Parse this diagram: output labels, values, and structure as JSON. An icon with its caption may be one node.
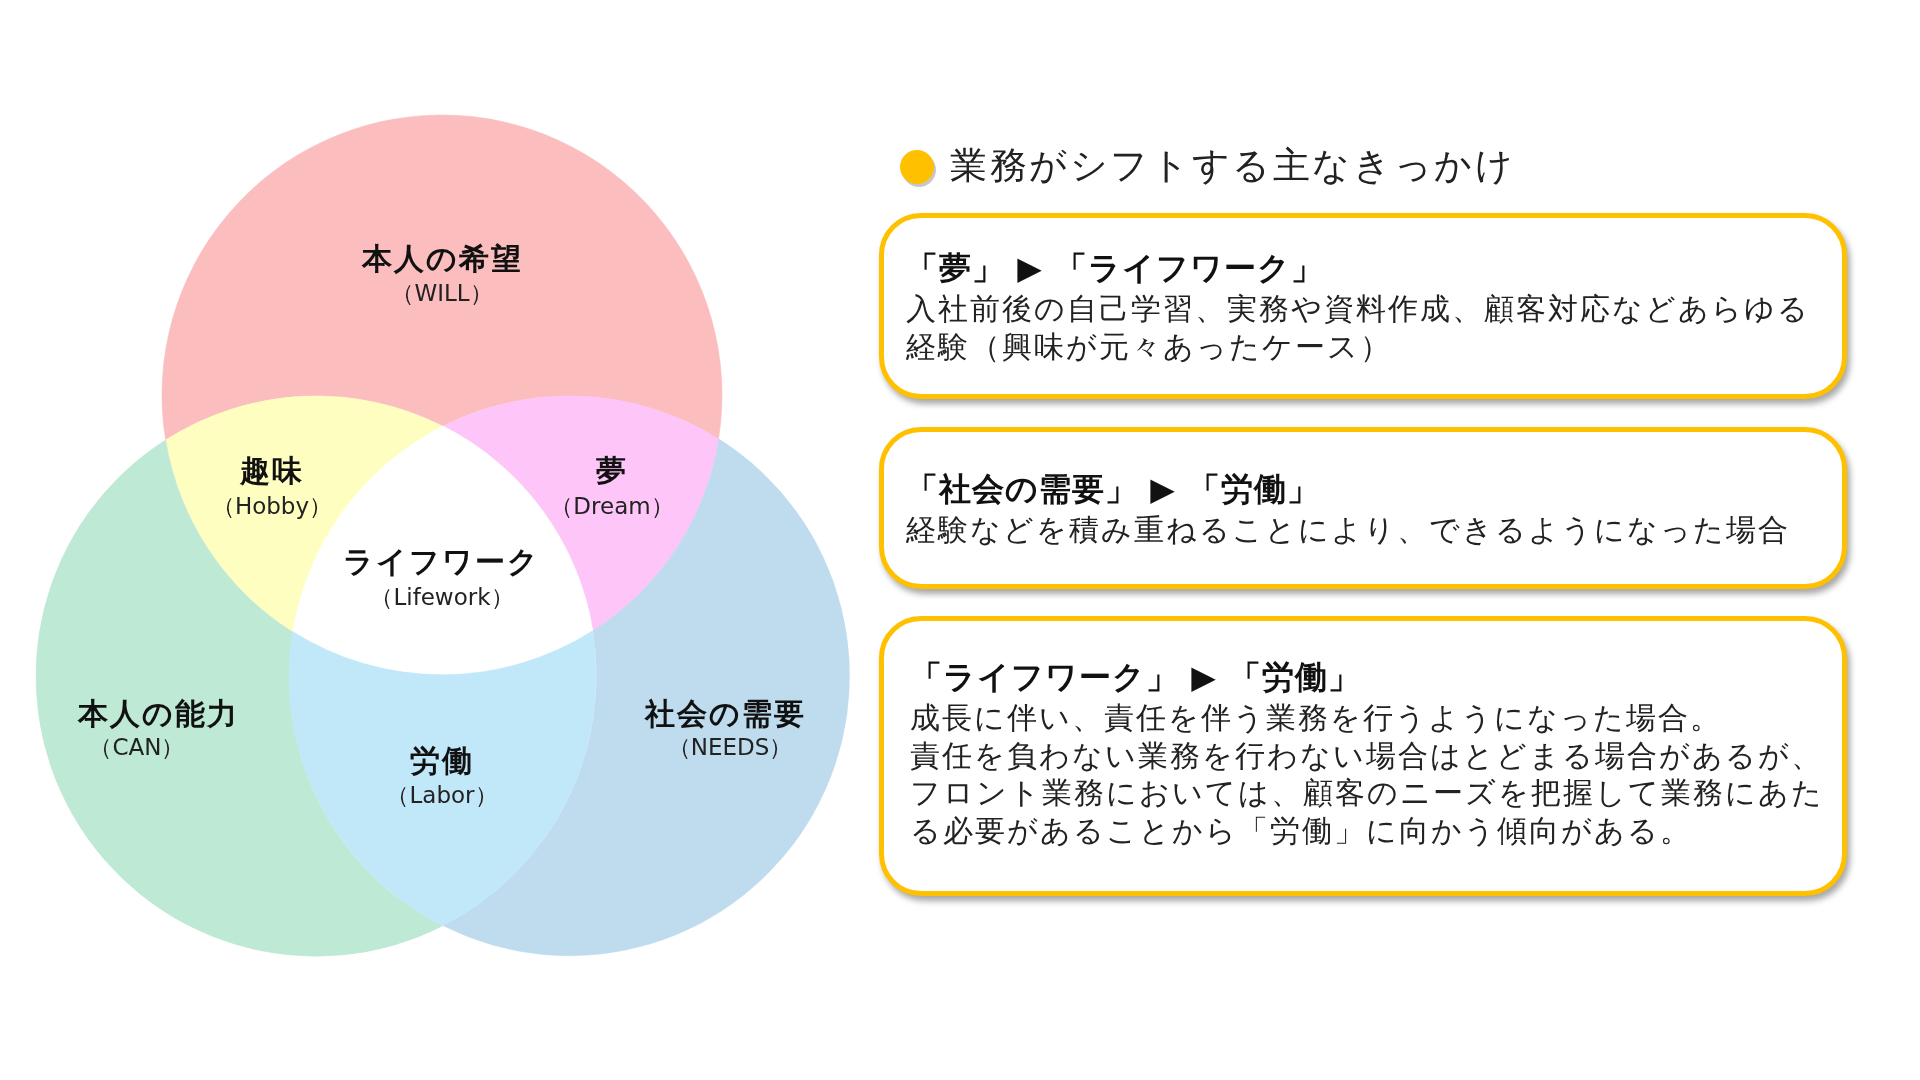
{
  "diagram": {
    "title": "業務がシフトする主なきっかけ",
    "nodes": [
      {
        "text": [
          "本人の希望",
          "（WILL）"
        ]
      },
      {
        "text": [
          "趣味",
          "（Hobby）"
        ]
      },
      {
        "text": [
          "夢",
          "（Dream）"
        ]
      },
      {
        "text": [
          "ライフワーク",
          "（Lifework）"
        ]
      },
      {
        "text": [
          "本人の能力",
          "（CAN）"
        ]
      },
      {
        "text": [
          "社会の需要",
          "（NEEDS）"
        ]
      },
      {
        "text": [
          "労働",
          "（Labor）"
        ]
      },
      {
        "text": [
          "「夢」 ▶ 「ライフワーク」",
          "入社前後の自己学習、実務や資料作成、顧客対応などあらゆる経験（興味が元々あったケース）"
        ]
      },
      {
        "text": [
          "「社会の需要」 ▶ 「労働」",
          "経験などを積み重ねることにより、できるようになった場合"
        ]
      },
      {
        "text": [
          "「ライフワーク」 ▶ 「労働」",
          "成長に伴い、責任を伴う業務を行うようになった場合。",
          "責任を負わない業務を行わない場合はとどまる場合があるが、フロント業務においては、顧客のニーズを把握して業務にあたる必要があることから「労働」に向かう傾向がある。"
        ]
      }
    ]
  }
}
